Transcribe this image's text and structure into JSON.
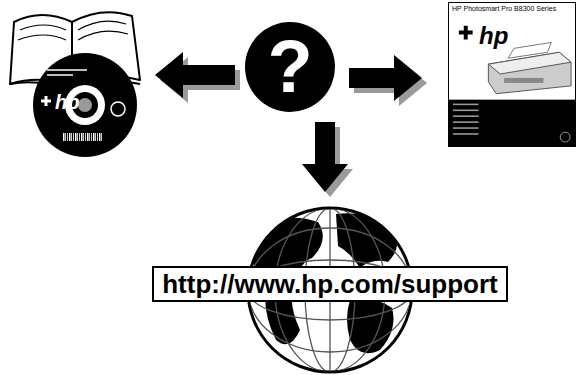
{
  "diagram": {
    "nodes": [
      {
        "text": [
          "?"
        ]
      },
      {
        "text": [
          "hp"
        ]
      },
      {
        "text": [
          "HP Photosmart Pro B8300 Series",
          "hp"
        ]
      },
      {
        "text": [
          "http://www.hp.com/support"
        ]
      }
    ],
    "edges": [
      {
        "from": 0,
        "to": 1,
        "arrow": "to"
      },
      {
        "from": 0,
        "to": 2,
        "arrow": "to"
      },
      {
        "from": 0,
        "to": 3,
        "arrow": "to"
      }
    ]
  }
}
